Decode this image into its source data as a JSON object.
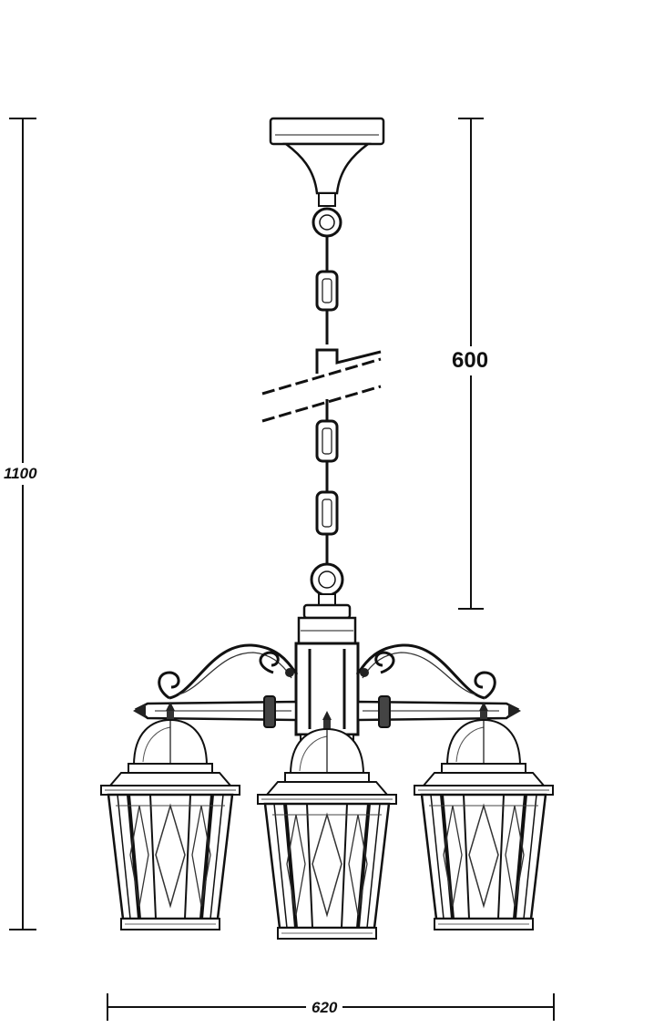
{
  "dimensions": {
    "overall_height": "1100",
    "chain_drop": "600",
    "overall_width": "620"
  }
}
